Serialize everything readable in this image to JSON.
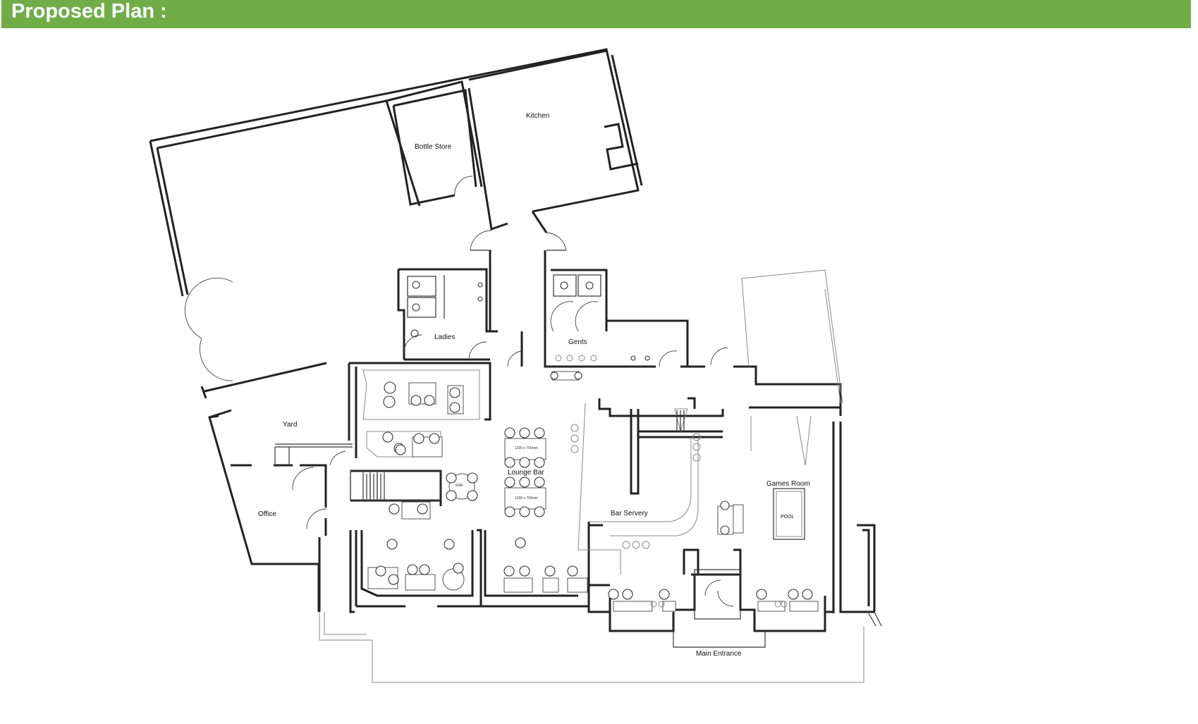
{
  "header": {
    "title": "Proposed Plan :",
    "color": "#70ad47"
  },
  "rooms": {
    "bottle_store": "Bottle Store",
    "kitchen": "Kitchen",
    "ladies": "Ladies",
    "gents": "Gents",
    "yard": "Yard",
    "office": "Office",
    "lounge_bar": "Lounge Bar",
    "bar_servery": "Bar Servery",
    "games_room": "Games Room",
    "main_entrance": "Main Entrance"
  },
  "fixtures": {
    "pool_table": "POOL"
  }
}
